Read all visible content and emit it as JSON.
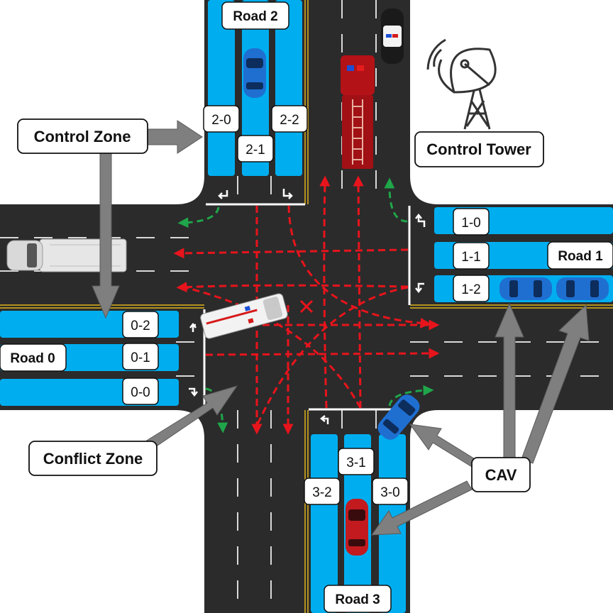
{
  "roads": {
    "road0": "Road 0",
    "road1": "Road 1",
    "road2": "Road 2",
    "road3": "Road 3"
  },
  "lanes": {
    "l00": "0-0",
    "l01": "0-1",
    "l02": "0-2",
    "l10": "1-0",
    "l11": "1-1",
    "l12": "1-2",
    "l20": "2-0",
    "l21": "2-1",
    "l22": "2-2",
    "l30": "3-0",
    "l31": "3-1",
    "l32": "3-2"
  },
  "callouts": {
    "control_zone": "Control Zone",
    "control_tower": "Control Tower",
    "conflict_zone": "Conflict Zone",
    "cav": "CAV"
  },
  "colors": {
    "asphalt": "#2b2b2b",
    "lane_highlight": "#00aeef",
    "conflict_path": "#e8141c",
    "right_turn_path": "#1fa64a",
    "callout_arrow": "#7f7f7f",
    "cav_body": "#1f6fd1"
  },
  "icons": [
    "satellite-dish-icon",
    "turn-arrow-icon",
    "conflict-point-icon"
  ],
  "vehicles": [
    "blue-car-road2",
    "police-car",
    "fire-truck",
    "white-pickup-truck",
    "ambulance",
    "blue-car-road1-a",
    "blue-car-road1-b",
    "blue-cav-turning",
    "red-car-road3"
  ]
}
